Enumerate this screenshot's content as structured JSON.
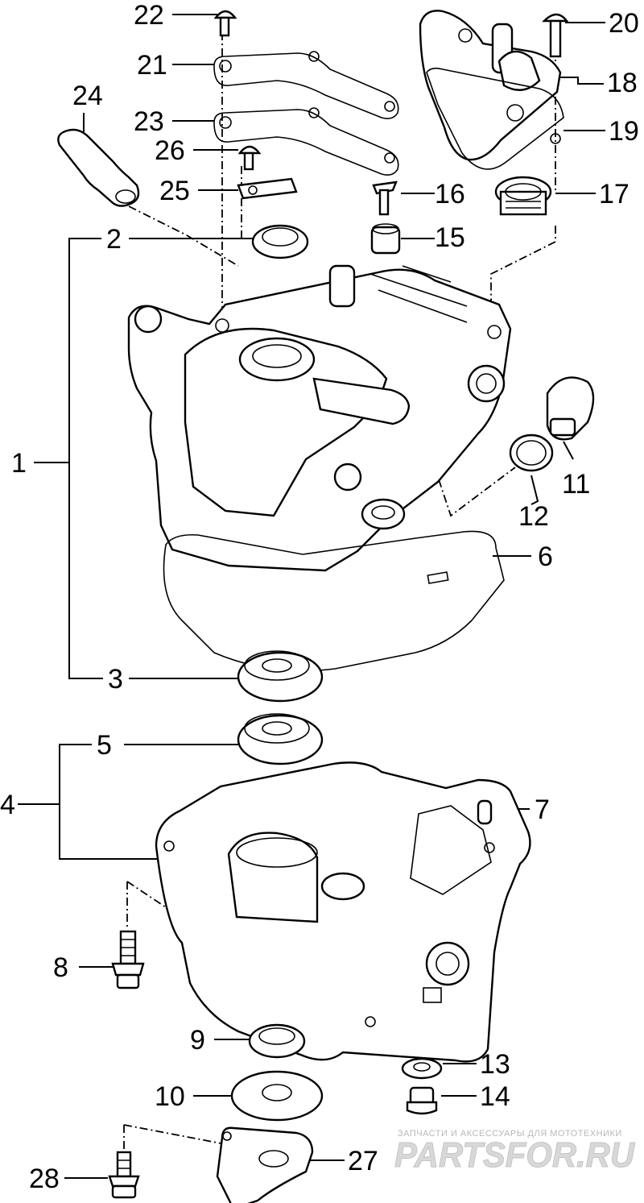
{
  "diagram": {
    "part_labels": [
      {
        "id": "1",
        "text": "1"
      },
      {
        "id": "2",
        "text": "2"
      },
      {
        "id": "3",
        "text": "3"
      },
      {
        "id": "4",
        "text": "4"
      },
      {
        "id": "5",
        "text": "5"
      },
      {
        "id": "6",
        "text": "6"
      },
      {
        "id": "7",
        "text": "7"
      },
      {
        "id": "8",
        "text": "8"
      },
      {
        "id": "9",
        "text": "9"
      },
      {
        "id": "10",
        "text": "10"
      },
      {
        "id": "11",
        "text": "11"
      },
      {
        "id": "12",
        "text": "12"
      },
      {
        "id": "13",
        "text": "13"
      },
      {
        "id": "14",
        "text": "14"
      },
      {
        "id": "15",
        "text": "15"
      },
      {
        "id": "16",
        "text": "16"
      },
      {
        "id": "17",
        "text": "17"
      },
      {
        "id": "18",
        "text": "18"
      },
      {
        "id": "19",
        "text": "19"
      },
      {
        "id": "20",
        "text": "20"
      },
      {
        "id": "21",
        "text": "21"
      },
      {
        "id": "22",
        "text": "22"
      },
      {
        "id": "23",
        "text": "23"
      },
      {
        "id": "24",
        "text": "24"
      },
      {
        "id": "25",
        "text": "25"
      },
      {
        "id": "26",
        "text": "26"
      },
      {
        "id": "27",
        "text": "27"
      },
      {
        "id": "28",
        "text": "28"
      }
    ]
  },
  "watermark": {
    "tagline": "ЗАПЧАСТИ И АКСЕССУАРЫ ДЛЯ МОТОТЕХНИКИ",
    "logo": "PARTSFOR.RU"
  }
}
